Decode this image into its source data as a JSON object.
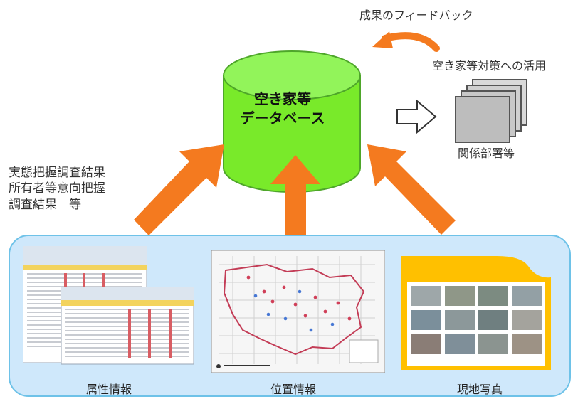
{
  "feedback_label": "成果のフィードバック",
  "usage_label": "空き家等対策への活用",
  "departments_label": "関係部署等",
  "database": {
    "line1": "空き家等",
    "line2": "データベース"
  },
  "input_notes": [
    "実態把握調査結果",
    "所有者等意向把握",
    "調査結果　等"
  ],
  "sources": {
    "attribute": "属性情報",
    "location": "位置情報",
    "photo": "現地写真"
  },
  "colors": {
    "arrow": "#f47a1f",
    "database": "#79ea2a",
    "panel": "#cfe8fb"
  }
}
